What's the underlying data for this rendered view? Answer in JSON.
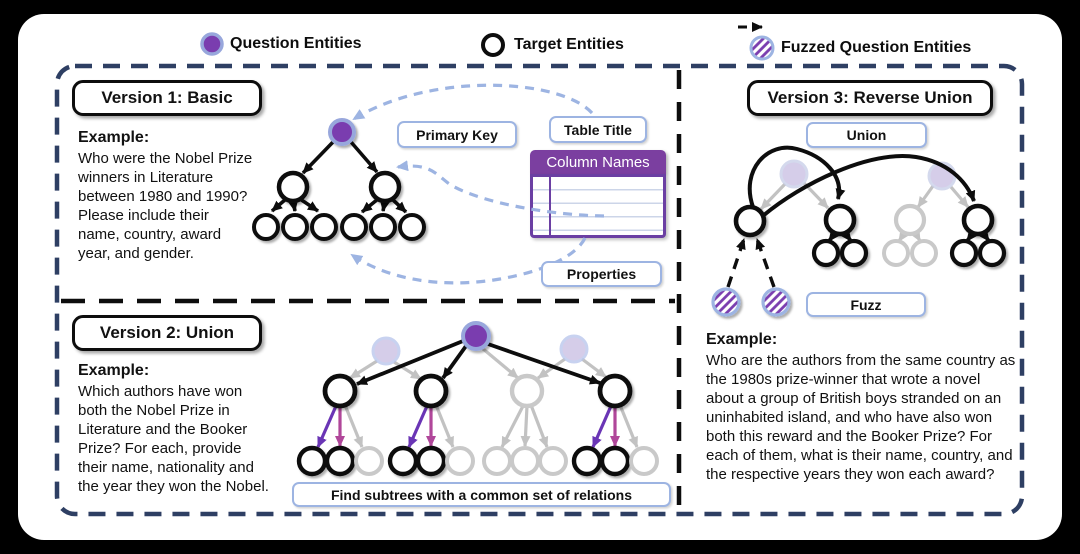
{
  "colors": {
    "entity_purple": "#7a3daf",
    "ring_periwinkle": "#98a7dc",
    "box_border_blue": "#9db4e2",
    "dashed_border_navy": "#2e3f63",
    "arrow_purple": "#6a35b5",
    "arrow_magenta": "#b0479a",
    "muted_gray": "#c2c2c2",
    "table_header_purple": "#7b3fa0",
    "table_border_purple": "#6b3fa3"
  },
  "legend": {
    "question": "Question Entities",
    "target": "Target Entities",
    "fuzzed": "Fuzzed Question Entities"
  },
  "version1": {
    "title": "Version 1: Basic",
    "example_label": "Example:",
    "example": "Who were the Nobel Prize winners in Literature between 1980 and 1990? Please include their name, country, award year, and gender.",
    "primary_key": "Primary Key",
    "table_title": "Table Title",
    "column_names": "Column Names",
    "properties": "Properties"
  },
  "version2": {
    "title": "Version 2: Union",
    "example_label": "Example:",
    "example": "Which authors have won both the Nobel Prize in Literature and the Booker Prize? For each, provide their name, nationality and the year they won the Nobel.",
    "caption": "Find subtrees with a common set of relations"
  },
  "version3": {
    "title": "Version 3: Reverse Union",
    "example_label": "Example:",
    "example": "Who are the authors from the same country as the 1980s prize-winner that wrote a novel about a group of British boys stranded on an uninhabited island, and who have also won both this reward and the Booker Prize? For each of them, what is their name, country, and the respective years they won each award?",
    "union": "Union",
    "fuzz": "Fuzz"
  }
}
